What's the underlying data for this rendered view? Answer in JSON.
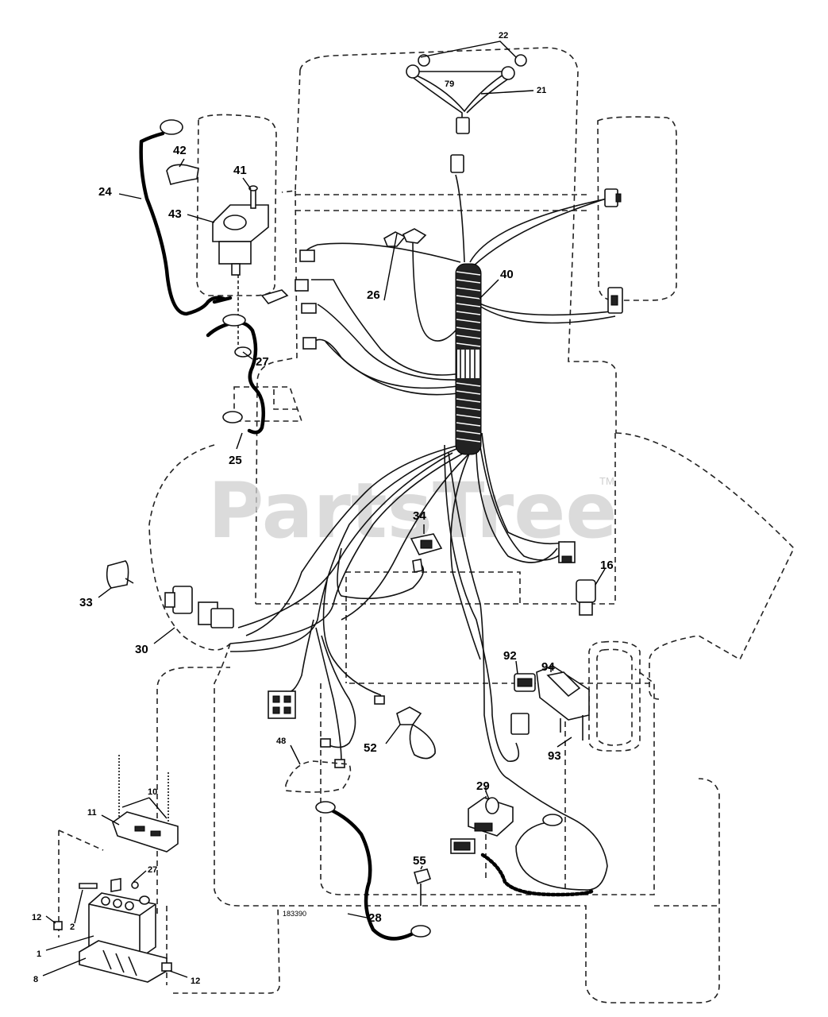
{
  "watermark": {
    "text": "PartsTree",
    "trademark": "TM"
  },
  "drawing_number": "183390",
  "callouts": {
    "c22": "22",
    "c79": "79",
    "c21": "21",
    "c42": "42",
    "c41": "41",
    "c24": "24",
    "c43": "43",
    "c40": "40",
    "c26": "26",
    "c27a": "27",
    "c25": "25",
    "c34": "34",
    "c16": "16",
    "c33": "33",
    "c30": "30",
    "c92": "92",
    "c94": "94",
    "c93": "93",
    "c48": "48",
    "c52": "52",
    "c10": "10",
    "c11": "11",
    "c29": "29",
    "c27b": "27",
    "c55": "55",
    "c12a": "12",
    "c2": "2",
    "c1": "1",
    "c28": "28",
    "c8": "8",
    "c12b": "12"
  }
}
